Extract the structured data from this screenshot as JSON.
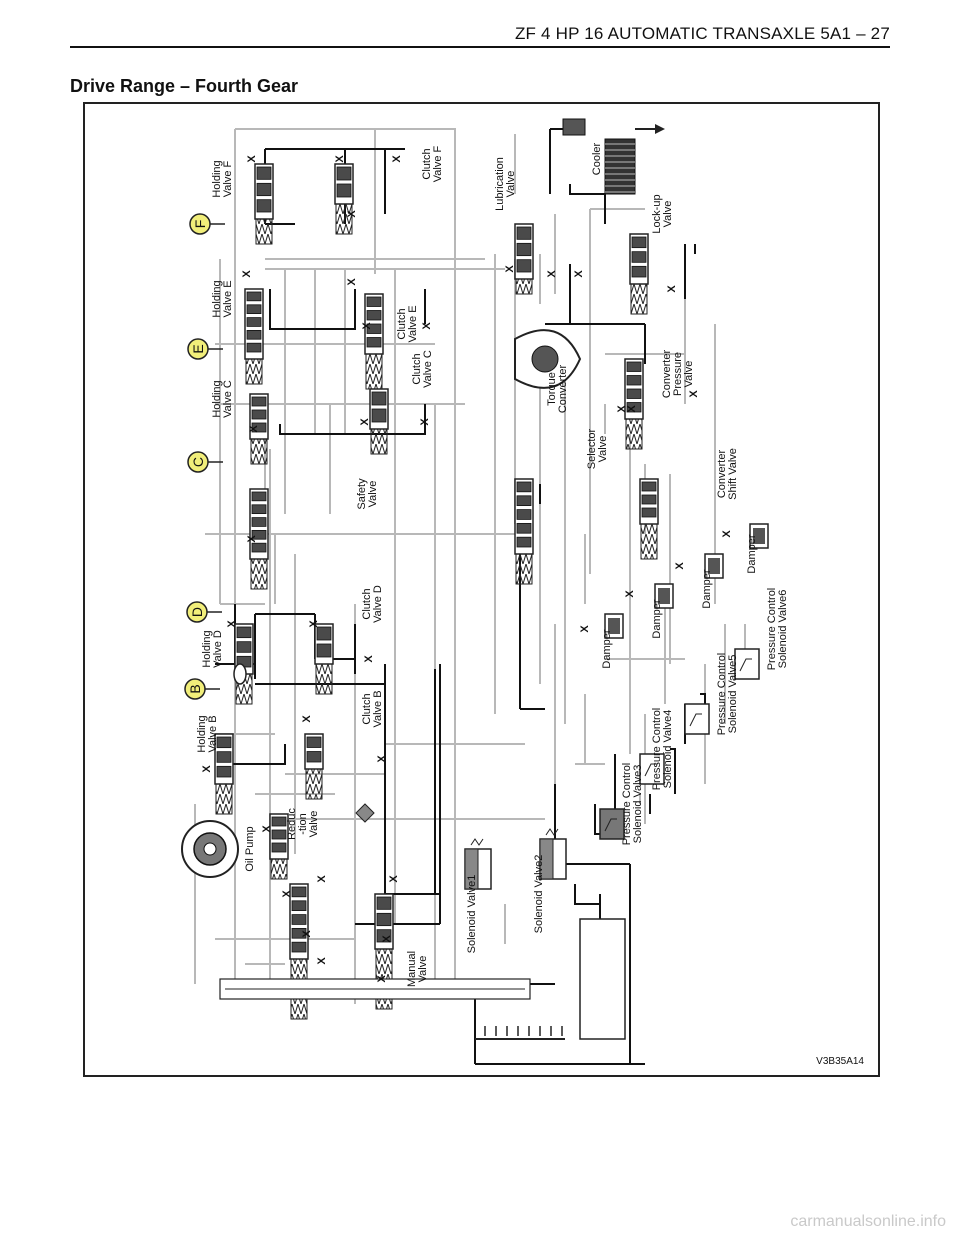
{
  "header": {
    "title": "ZF 4 HP 16 AUTOMATIC TRANSAXLE  5A1 – 27"
  },
  "section_title": "Drive Range – Fourth Gear",
  "figure_code": "V3B35A14",
  "watermark": "carmanualsonline.info",
  "circuit_markers": {
    "f": "F",
    "e": "E",
    "c": "C",
    "d": "D",
    "b": "B"
  },
  "labels": {
    "holding_valve_f": [
      "Holding",
      "Valve F"
    ],
    "clutch_valve_f": [
      "Clutch",
      "Valve F"
    ],
    "holding_valve_e": [
      "Holding",
      "Valve E"
    ],
    "clutch_valve_e": [
      "Clutch",
      "Valve E"
    ],
    "holding_valve_c": [
      "Holding",
      "Valve C"
    ],
    "clutch_valve_c": [
      "Clutch",
      "Valve C"
    ],
    "safety_valve": [
      "Safety",
      "Valve"
    ],
    "holding_valve_d": [
      "Holding",
      "Valve D"
    ],
    "clutch_valve_d": [
      "Clutch",
      "Valve D"
    ],
    "holding_valve_b": [
      "Holding",
      "Valve B"
    ],
    "clutch_valve_b": [
      "Clutch",
      "Valve B"
    ],
    "oil_pump": [
      "Oil Pump"
    ],
    "reduction_valve": [
      "Reduc",
      "-tion",
      "Valve"
    ],
    "manual_valve": [
      "Manual",
      "Valve"
    ],
    "lubrication_valve": [
      "Lubrication",
      "Valve"
    ],
    "cooler": [
      "Cooler"
    ],
    "lock_up_valve": [
      "Lock-up",
      "Valve"
    ],
    "torque_converter": [
      "Torque",
      "Converter"
    ],
    "converter_pressure_valve": [
      "Converter",
      "Pressure",
      "Valve"
    ],
    "selector_valve": [
      "Selector",
      "Valve"
    ],
    "converter_shift_valve": [
      "Converter",
      "Shift Valve"
    ],
    "damper_1": [
      "Damper"
    ],
    "damper_2": [
      "Damper"
    ],
    "damper_3": [
      "Damper"
    ],
    "damper_4": [
      "Damper"
    ],
    "pc_solenoid_3": [
      "Pressure Control",
      "Solenoid Valve3"
    ],
    "pc_solenoid_4": [
      "Pressure Control",
      "Solenoid Valve4"
    ],
    "pc_solenoid_5": [
      "Pressure Control",
      "Solenoid Valve5"
    ],
    "pc_solenoid_6": [
      "Pressure Control",
      "Solenoid Valve6"
    ],
    "solenoid_1": [
      "Solenoid Valve1"
    ],
    "solenoid_2": [
      "Solenoid Valve2"
    ]
  },
  "exhaust_mark": "X"
}
